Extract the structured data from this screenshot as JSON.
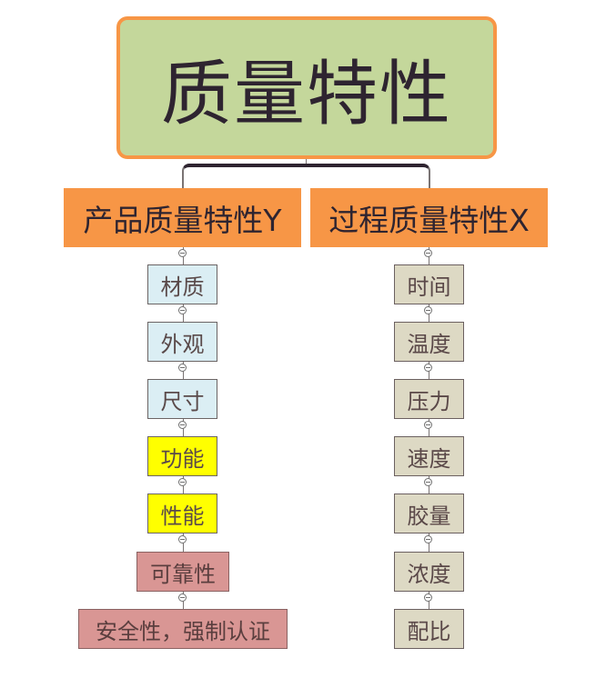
{
  "root": {
    "label": "质量特性"
  },
  "branches": [
    {
      "label": "产品质量特性Y",
      "children": [
        {
          "label": "材质",
          "color": "#dbeef4"
        },
        {
          "label": "外观",
          "color": "#dbeef4"
        },
        {
          "label": "尺寸",
          "color": "#dbeef4"
        },
        {
          "label": "功能",
          "color": "#ffff00"
        },
        {
          "label": "性能",
          "color": "#ffff00"
        },
        {
          "label": "可靠性",
          "color": "#d99694"
        },
        {
          "label": "安全性，强制认证",
          "color": "#d99694"
        }
      ]
    },
    {
      "label": "过程质量特性X",
      "children": [
        {
          "label": "时间",
          "color": "#ddd9c4"
        },
        {
          "label": "温度",
          "color": "#ddd9c4"
        },
        {
          "label": "压力",
          "color": "#ddd9c4"
        },
        {
          "label": "速度",
          "color": "#ddd9c4"
        },
        {
          "label": "胶量",
          "color": "#ddd9c4"
        },
        {
          "label": "浓度",
          "color": "#ddd9c4"
        },
        {
          "label": "配比",
          "color": "#ddd9c4"
        }
      ]
    }
  ],
  "colors": {
    "root_fill": "#c4d79b",
    "root_border": "#f79646",
    "branch_fill": "#f79646"
  }
}
